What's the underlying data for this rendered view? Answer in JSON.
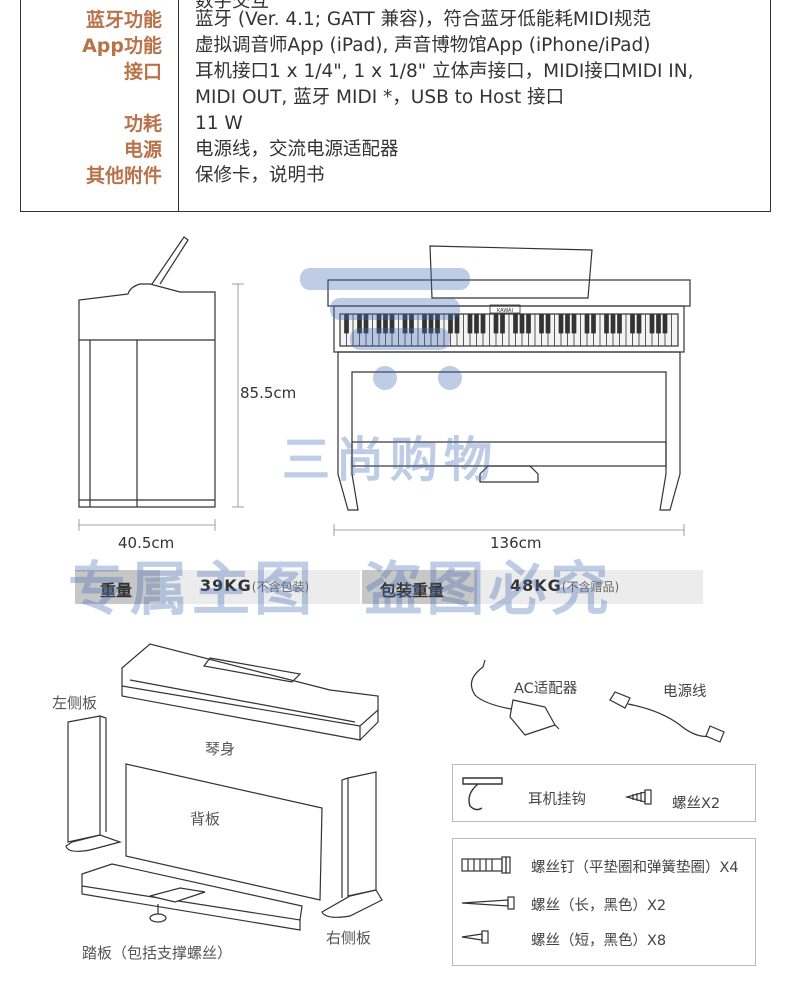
{
  "specs": [
    {
      "key": "",
      "value": "数字交互"
    },
    {
      "key": "蓝牙功能",
      "value": "蓝牙 (Ver. 4.1; GATT 兼容)，符合蓝牙低能耗MIDI规范"
    },
    {
      "key": "App功能",
      "value": "虚拟调音师App (iPad), 声音博物馆App (iPhone/iPad)"
    },
    {
      "key": "接口",
      "value": "耳机接口1 x 1/4\", 1 x 1/8\" 立体声接口，MIDI接口MIDI IN,"
    },
    {
      "key": "",
      "value": "MIDI OUT, 蓝牙 MIDI *，USB to Host 接口"
    },
    {
      "key": "功耗",
      "value": "11 W"
    },
    {
      "key": "电源",
      "value": "电源线，交流电源适配器"
    },
    {
      "key": "其他附件",
      "value": "保修卡，说明书"
    }
  ],
  "dimensions": {
    "height": "85.5cm",
    "depth": "40.5cm",
    "width": "136cm"
  },
  "brand_plate": "KAWAI",
  "weight": {
    "net_label": "重量",
    "net_value": "39KG",
    "net_note": "(不含包装)",
    "gross_label": "包装重量",
    "gross_value": "48KG",
    "gross_note": "(不含赠品)"
  },
  "watermark": {
    "brand": "三尚购物",
    "text": "专属主图  盗图必究"
  },
  "parts": {
    "left_panel": "左侧板",
    "body": "琴身",
    "back_panel": "背板",
    "pedal": "踏板（包括支撑螺丝）",
    "right_panel": "右侧板"
  },
  "accessories": {
    "ac_adapter": "AC适配器",
    "power_cord": "电源线",
    "headphone_hook": "耳机挂钩",
    "hook_screw": "螺丝X2",
    "screw_washer": "螺丝钉（平垫圈和弹簧垫圈）X4",
    "screw_long": "螺丝（长，黑色）X2",
    "screw_short": "螺丝（短，黑色）X8"
  },
  "colors": {
    "spec_key": "#b8734a",
    "weight_bar": "#d9d9d9",
    "weight_bar_dark": "#c7c7c7",
    "watermark": "#466eb4"
  }
}
